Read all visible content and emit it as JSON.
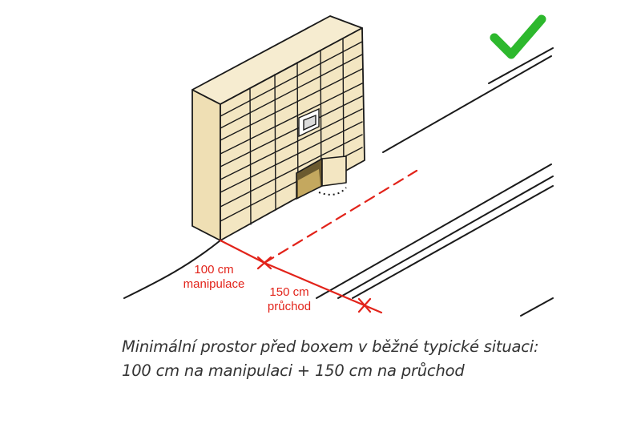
{
  "labels": {
    "manipulation_value": "100 cm",
    "manipulation_text": "manipulace",
    "passage_value": "150 cm",
    "passage_text": "průchod"
  },
  "caption": {
    "line1": "Minimální prostor před boxem v běžné typické situaci:",
    "line2": "100 cm na manipulaci + 150 cm na průchod"
  },
  "colors": {
    "dimension": "#e2231a",
    "box_front": "#f3e6c2",
    "box_side": "#efdfb4",
    "box_top": "#f6ecd0",
    "checkmark": "#2db82d",
    "ink": "#1a1a1a"
  },
  "icons": [
    "checkmark-icon"
  ]
}
